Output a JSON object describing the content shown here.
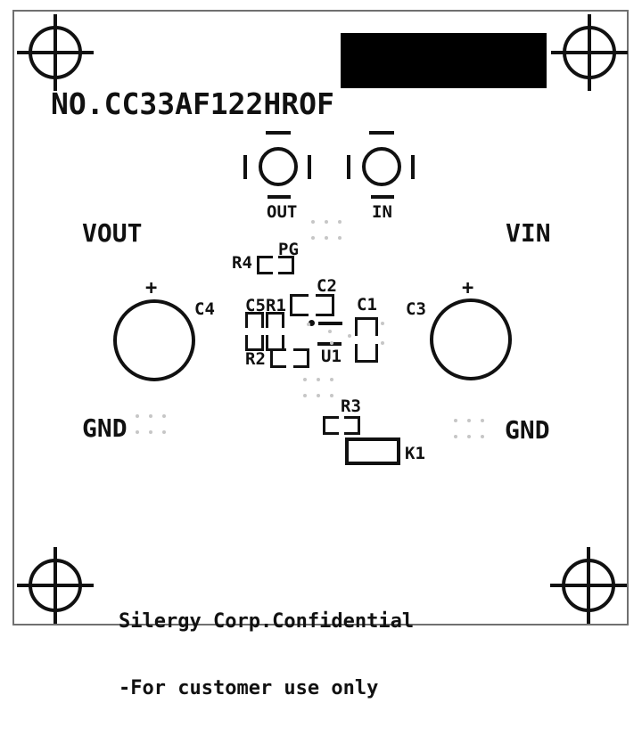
{
  "title": "NO.CC33AF122HROF",
  "testpoints": {
    "out": "OUT",
    "in": "IN"
  },
  "nets": {
    "vout": "VOUT",
    "vin": "VIN",
    "gnd_left": "GND",
    "gnd_right": "GND"
  },
  "components": {
    "r4": "R4",
    "pg": "PG",
    "c2": "C2",
    "c5": "C5",
    "r1": "R1",
    "r2": "R2",
    "c1": "C1",
    "u1": "U1",
    "c4": "C4",
    "c3": "C3",
    "r3": "R3",
    "k1": "K1",
    "c4_polarity": "+",
    "c3_polarity": "+"
  },
  "footer": {
    "line1": "Silergy Corp.Confidential",
    "line2": "-For customer use only"
  },
  "colors": {
    "silkscreen": "#111111",
    "board_outline": "#707070",
    "via_dot": "#c6c6c6",
    "redaction_block": "#000000",
    "background": "#ffffff"
  }
}
